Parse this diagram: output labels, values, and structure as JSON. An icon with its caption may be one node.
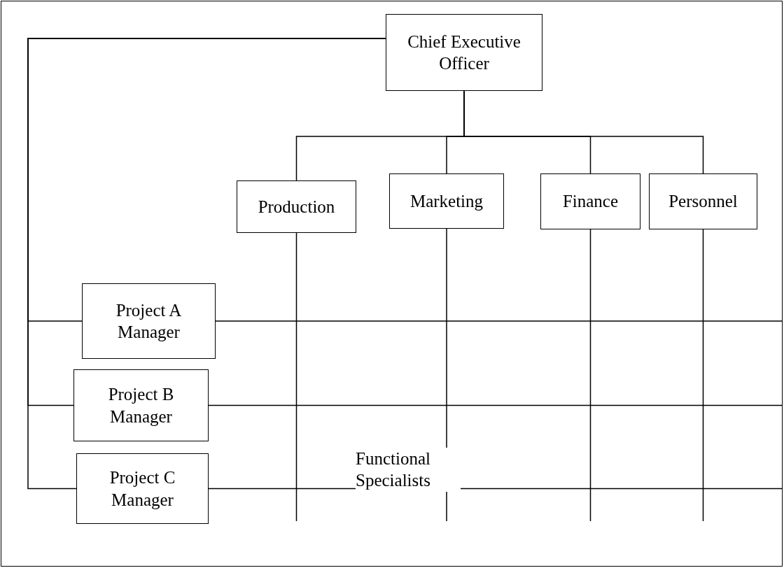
{
  "diagram": {
    "nodes": [
      {
        "text": [
          "Chief Executive Officer"
        ]
      },
      {
        "text": [
          "Production"
        ]
      },
      {
        "text": [
          "Marketing"
        ]
      },
      {
        "text": [
          "Finance"
        ]
      },
      {
        "text": [
          "Personnel"
        ]
      },
      {
        "text": [
          "Project A Manager"
        ]
      },
      {
        "text": [
          "Project B Manager"
        ]
      },
      {
        "text": [
          "Project C Manager"
        ]
      }
    ],
    "edges": [
      {
        "from": 0,
        "to": 1,
        "arrow": "none"
      },
      {
        "from": 0,
        "to": 2,
        "arrow": "none"
      },
      {
        "from": 0,
        "to": 3,
        "arrow": "none"
      },
      {
        "from": 0,
        "to": 4,
        "arrow": "none"
      },
      {
        "from": 0,
        "to": 5,
        "arrow": "none"
      },
      {
        "from": 0,
        "to": 6,
        "arrow": "none"
      },
      {
        "from": 0,
        "to": 7,
        "arrow": "none"
      },
      {
        "from": 1,
        "to": null,
        "arrow": "none"
      },
      {
        "from": 2,
        "to": null,
        "arrow": "none"
      },
      {
        "from": 3,
        "to": null,
        "arrow": "none"
      },
      {
        "from": 4,
        "to": null,
        "arrow": "none"
      },
      {
        "from": 5,
        "to": null,
        "arrow": "none"
      },
      {
        "from": 6,
        "to": null,
        "arrow": "none"
      },
      {
        "from": 7,
        "to": null,
        "arrow": "none"
      }
    ],
    "labels": [
      "Functional Specialists"
    ]
  }
}
